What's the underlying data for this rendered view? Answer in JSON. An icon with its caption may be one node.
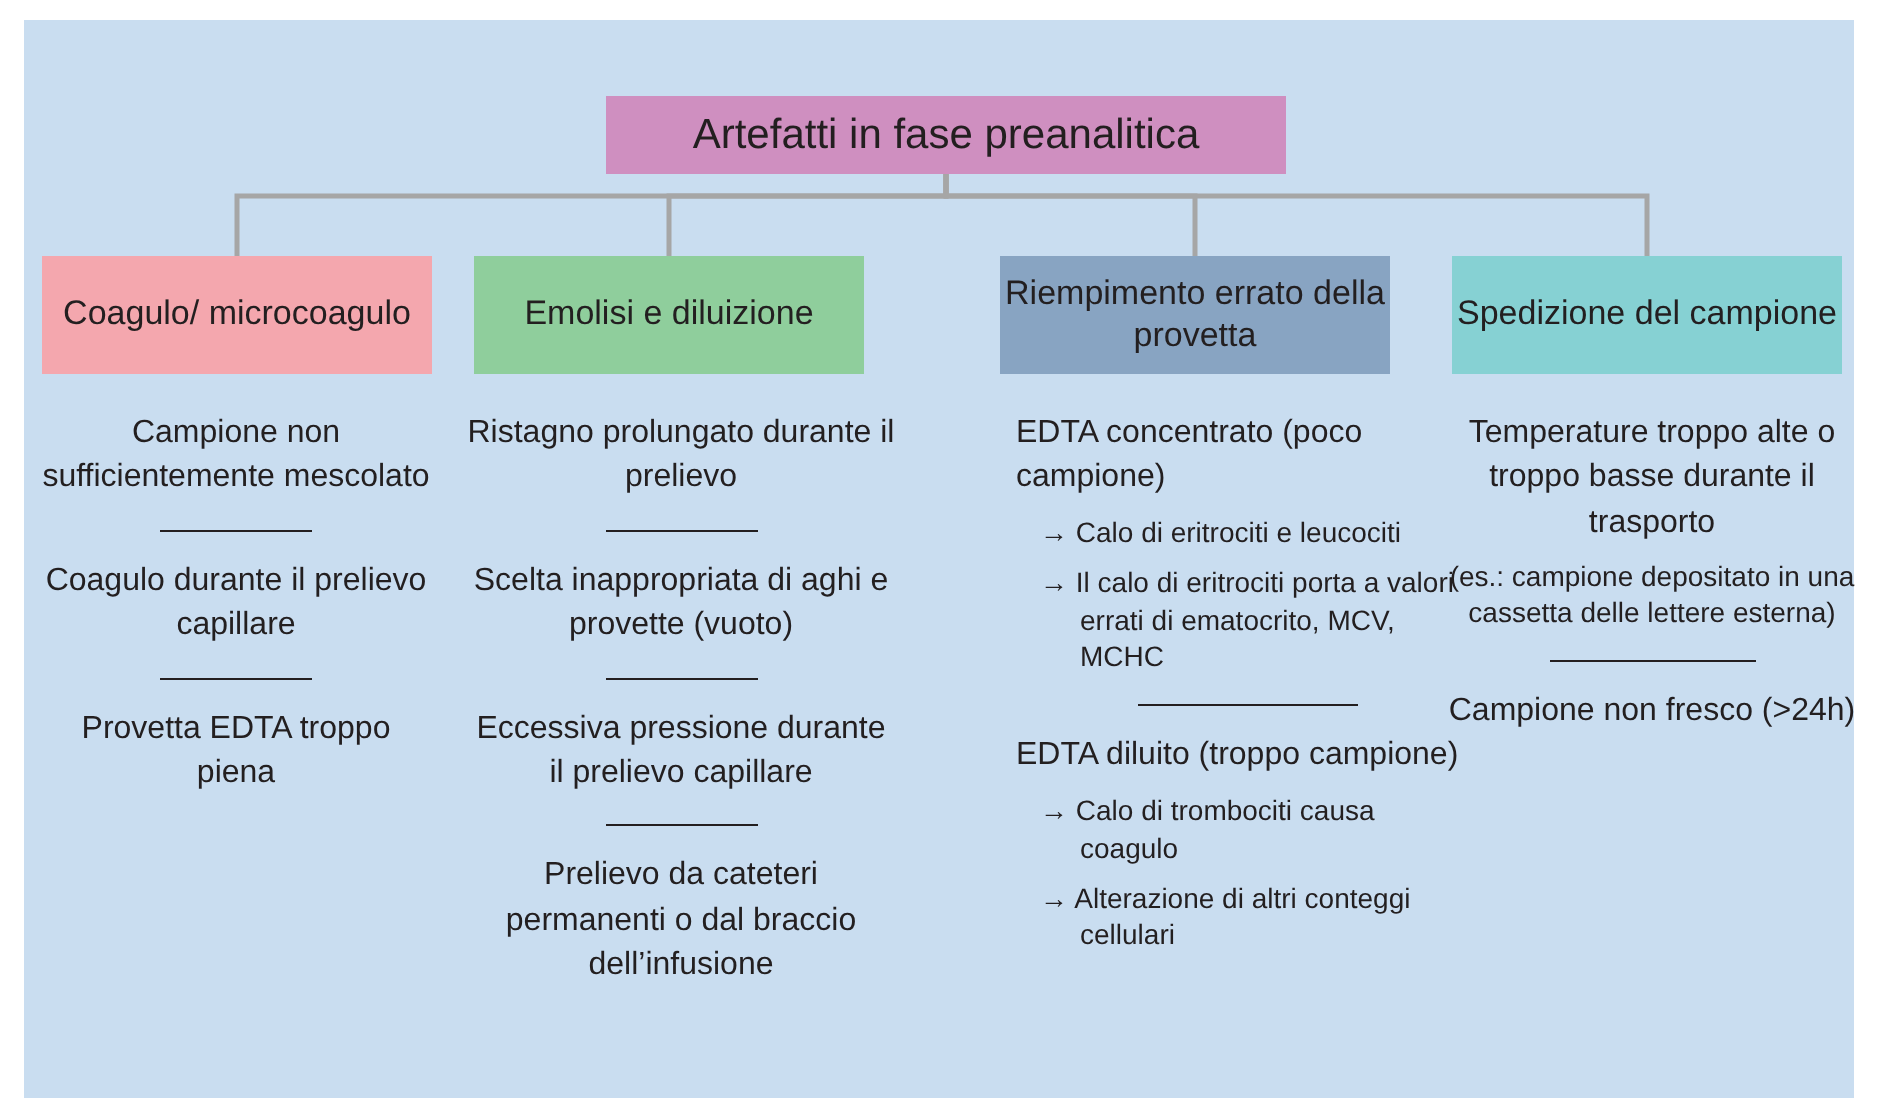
{
  "diagram": {
    "nodes": [
      {
        "text": [
          "Artefatti in fase preanalitica"
        ]
      },
      {
        "text": [
          "Coagulo/ microcoagulo"
        ]
      },
      {
        "text": [
          "Emolisi e diluizione"
        ]
      },
      {
        "text": [
          "Riempimento errato della provetta"
        ]
      },
      {
        "text": [
          "Spedizione del campione"
        ]
      }
    ],
    "edges": [
      {
        "from": 0,
        "to": 1,
        "arrow": "none"
      },
      {
        "from": 0,
        "to": 2,
        "arrow": "none"
      },
      {
        "from": 0,
        "to": 3,
        "arrow": "none"
      },
      {
        "from": 0,
        "to": 4,
        "arrow": "none"
      }
    ],
    "labels": [
      "Campione non sufficientemente mescolato",
      "Coagulo durante il prelievo capillare",
      "Provetta EDTA troppo piena",
      "Ristagno prolungato durante il prelievo",
      "Scelta inappropriata di aghi e provette (vuoto)",
      "Eccessiva pressione durante il prelievo capillare",
      "Prelievo da cateteri permanenti o dal braccio dell’infusione",
      "EDTA concentrato (poco campione)",
      "→ Calo di eritrociti e leucociti",
      "→ Il calo di eritrociti porta a valori errati di ematocrito, MCV, MCHC",
      "EDTA diluito (troppo campione)",
      "→ Calo di trombociti causa coagulo",
      "→ Alterazione di altri conteggi cellulari",
      "Temperature troppo alte o troppo basse durante il trasporto",
      "(es.: campione depositato in una cassetta delle lettere esterna)",
      "Campione non fresco (>24h)"
    ]
  }
}
